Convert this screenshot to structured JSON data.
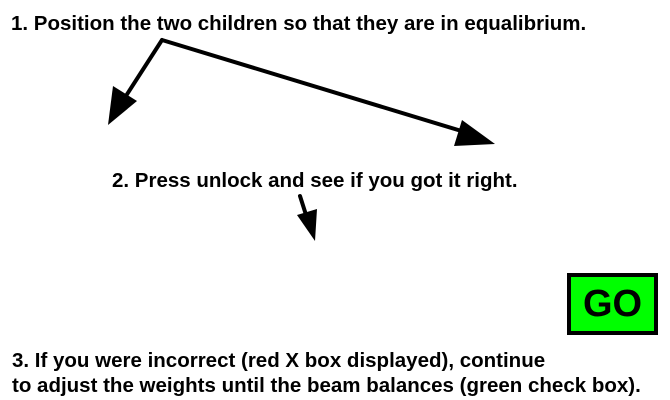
{
  "instructions": {
    "step1": "1. Position the two children so that they are in equalibrium.",
    "step2": "2. Press unlock and see if you got it right.",
    "step3_line1": "3. If you were incorrect (red X box displayed), continue",
    "step3_line2": "to adjust the weights until the beam balances (green check box)."
  },
  "go_button": {
    "label": "GO",
    "background_color": "#00ff00",
    "border_color": "#000000"
  },
  "colors": {
    "text": "#000000",
    "background": "#ffffff"
  },
  "icons": [
    "arrow-left-down-icon",
    "arrow-right-down-icon",
    "arrow-down-icon"
  ]
}
